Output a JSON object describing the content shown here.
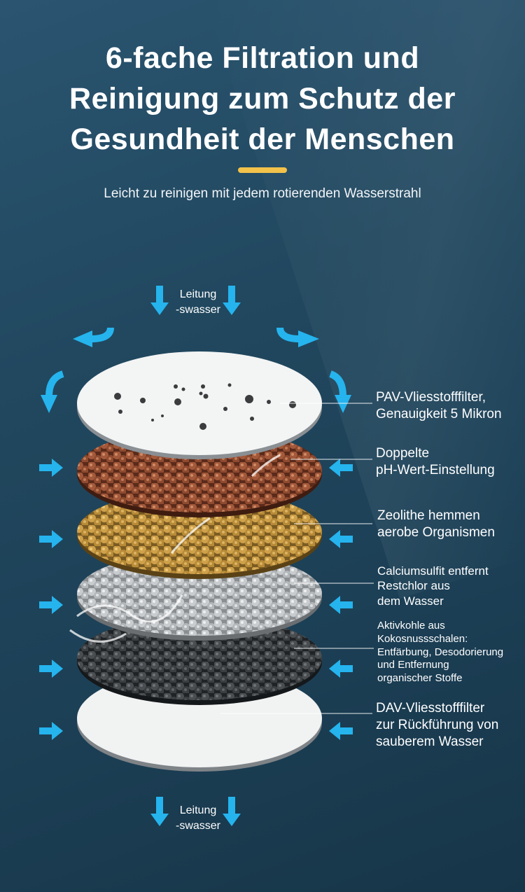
{
  "title_lines": [
    "6-fache Filtration und",
    "Reinigung zum Schutz der",
    "Gesundheit der Menschen"
  ],
  "subtitle": "Leicht zu reinigen mit jedem rotierenden Wasserstrahl",
  "water_in": [
    "Leitung",
    "-swasser"
  ],
  "water_out": [
    "Leitung",
    "-swasser"
  ],
  "layers": [
    {
      "lines": [
        "PAV-Vliesstofffilter,",
        "Genauigkeit 5 Mikron"
      ]
    },
    {
      "lines": [
        "Doppelte",
        "pH-Wert-Einstellung"
      ]
    },
    {
      "lines": [
        "Zeolithe hemmen",
        "aerobe Organismen"
      ]
    },
    {
      "lines": [
        "Calciumsulfit entfernt",
        "Restchlor aus",
        "dem Wasser"
      ]
    },
    {
      "lines": [
        "Aktivkohle aus",
        "Kokosnussschalen:",
        "Entfärbung, Desodorierung",
        "und Entfernung",
        "organischer Stoffe"
      ]
    },
    {
      "lines": [
        "DAV-Vliesstofffilter",
        "zur Rückführung von",
        "sauberem Wasser"
      ]
    }
  ],
  "colors": {
    "accent": "#f3c24a",
    "arrow": "#25b4ee",
    "background": "#21485f"
  }
}
